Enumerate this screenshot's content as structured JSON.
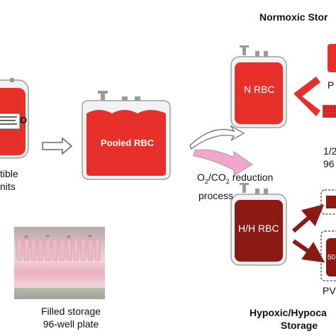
{
  "header": {
    "normoxic_title": "Normoxic Stor"
  },
  "left_bag": {
    "caption_line1": "tible",
    "caption_line2": "nits",
    "label_glyph": "O"
  },
  "pooled_bag": {
    "label": "Pooled RBC"
  },
  "n_bag": {
    "label": "N RBC"
  },
  "hh_bag": {
    "label": "H/H RBC"
  },
  "process": {
    "line1_prefix": "O",
    "line1_sub1": "2",
    "line1_mid": "/CO",
    "line1_sub2": "2",
    "line1_suffix": " reduction",
    "line2": "process"
  },
  "normoxic_outputs": {
    "top_label": "P",
    "bottom_label_line1": "1/2",
    "bottom_label_line2": "96"
  },
  "hypoxic_outputs": {
    "bag_label": "50",
    "bottom_label": "PV"
  },
  "photo": {
    "caption_line1": "Filled storage",
    "caption_line2": "96-well plate"
  },
  "footer": {
    "hypoxic_title_line1": "Hypoxic/Hypoca",
    "hypoxic_title_line2": "Storage"
  },
  "colors": {
    "bright_red": "#e8302a",
    "dark_red": "#8b1a14",
    "pink_arrow": "#f2a6c9",
    "outline_gray": "#9a9a9a"
  }
}
